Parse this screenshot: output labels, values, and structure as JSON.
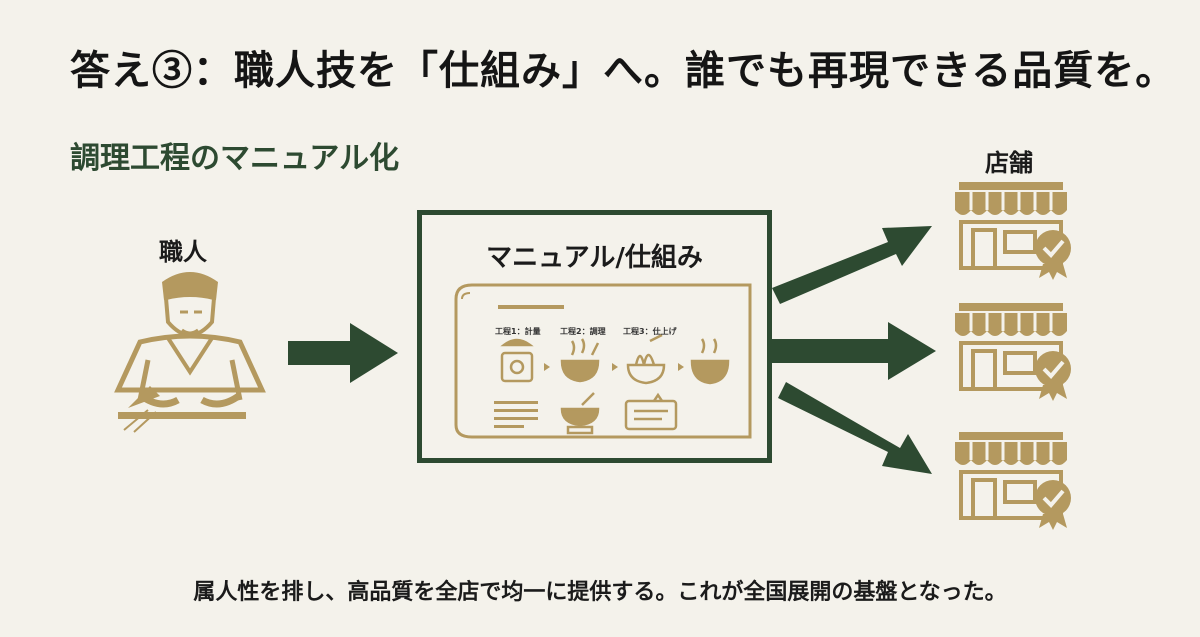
{
  "title": "答え③：職人技を「仕組み」へ。誰でも再現できる品質を。",
  "subtitle": "調理工程のマニュアル化",
  "craftsman": {
    "label": "職人",
    "icon": "craftsman-cutting-icon"
  },
  "manual": {
    "title": "マニュアル/仕組み",
    "steps": [
      "工程1：計量",
      "工程2：調理",
      "工程3：仕上げ"
    ],
    "icons": [
      "scale-icon",
      "cooking-pot-icon",
      "noodles-icon",
      "soup-bowl-icon",
      "document-lines-icon",
      "ingredient-bowl-icon",
      "speech-bubble-icon"
    ]
  },
  "stores": {
    "label": "店舗",
    "count": 3,
    "icon": "storefront-certified-icon"
  },
  "footer": "属人性を排し、高品質を全店で均一に提供する。これが全国展開の基盤となった。",
  "colors": {
    "accent_green": "#2d4a31",
    "gold": "#b4995f",
    "background": "#f4f2eb"
  }
}
